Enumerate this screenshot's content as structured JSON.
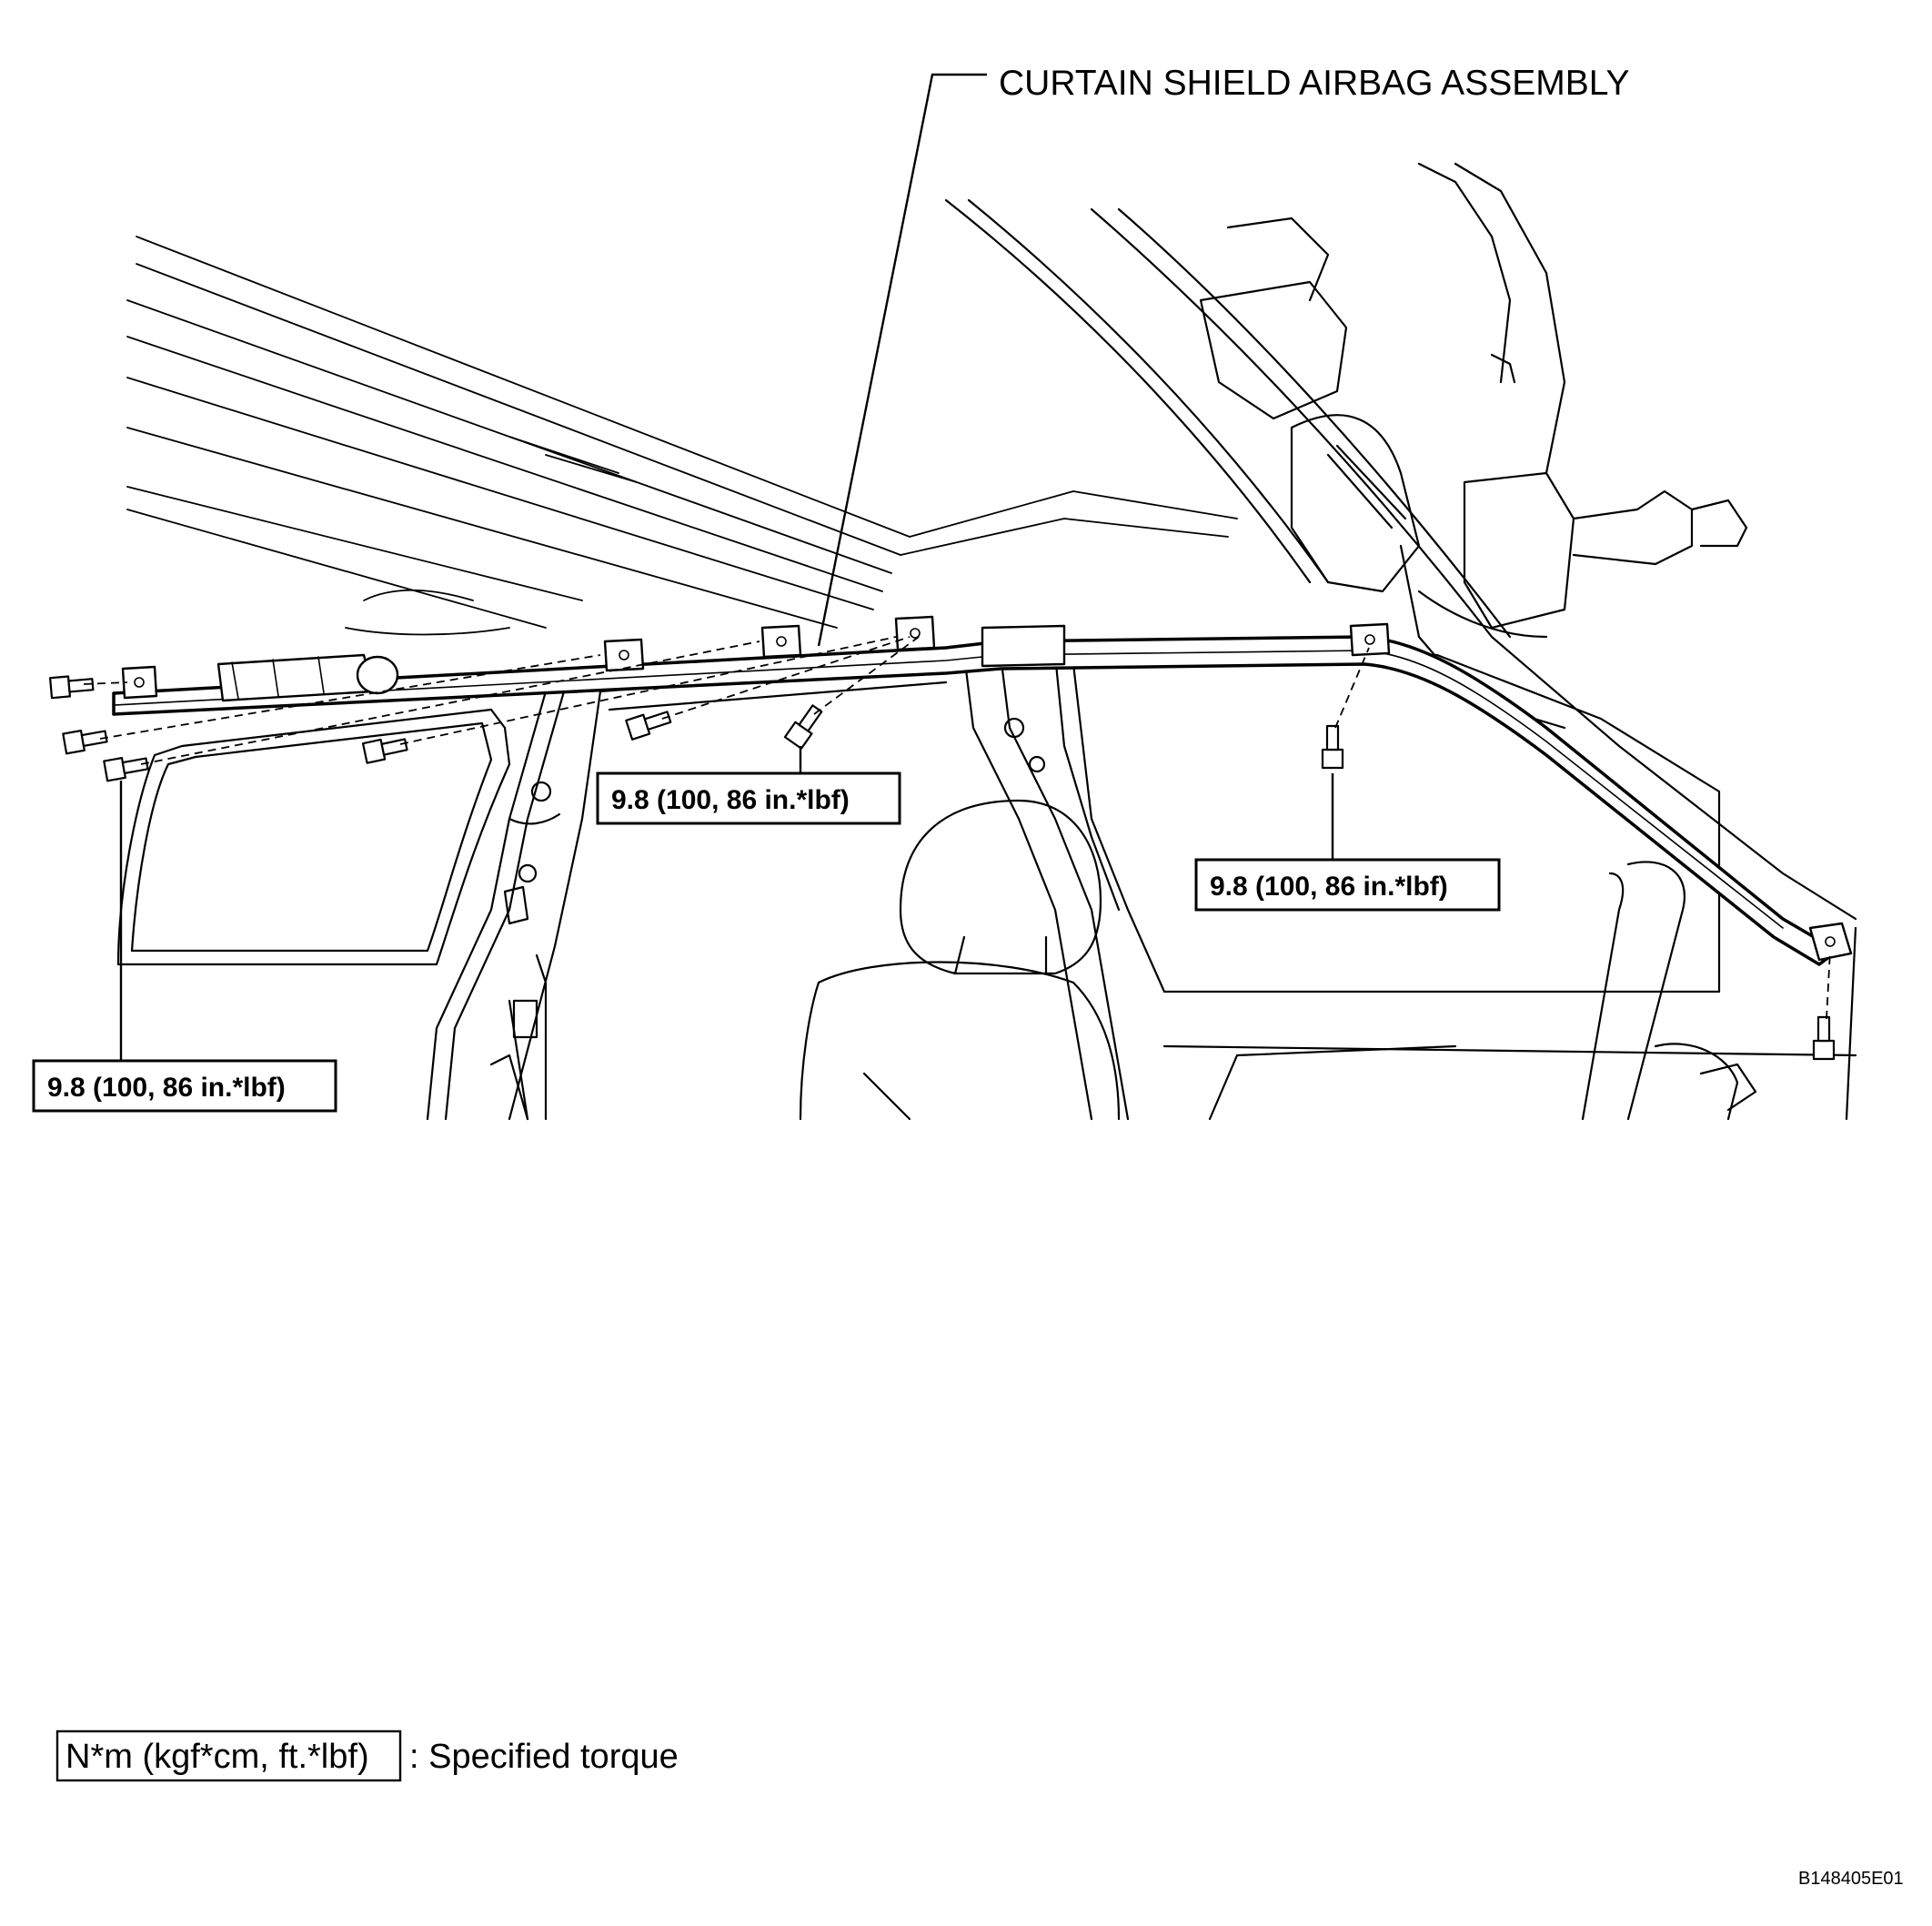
{
  "assembly_label": "CURTAIN SHIELD AIRBAG ASSEMBLY",
  "torque_callouts": [
    "9.8 (100, 86 in.*lbf)",
    "9.8 (100, 86 in.*lbf)",
    "9.8 (100, 86 in.*lbf)"
  ],
  "legend": {
    "boxed_unit": "N*m (kgf*cm, ft.*lbf)",
    "description": ": Specified torque"
  },
  "figure_code": "B148405E01"
}
